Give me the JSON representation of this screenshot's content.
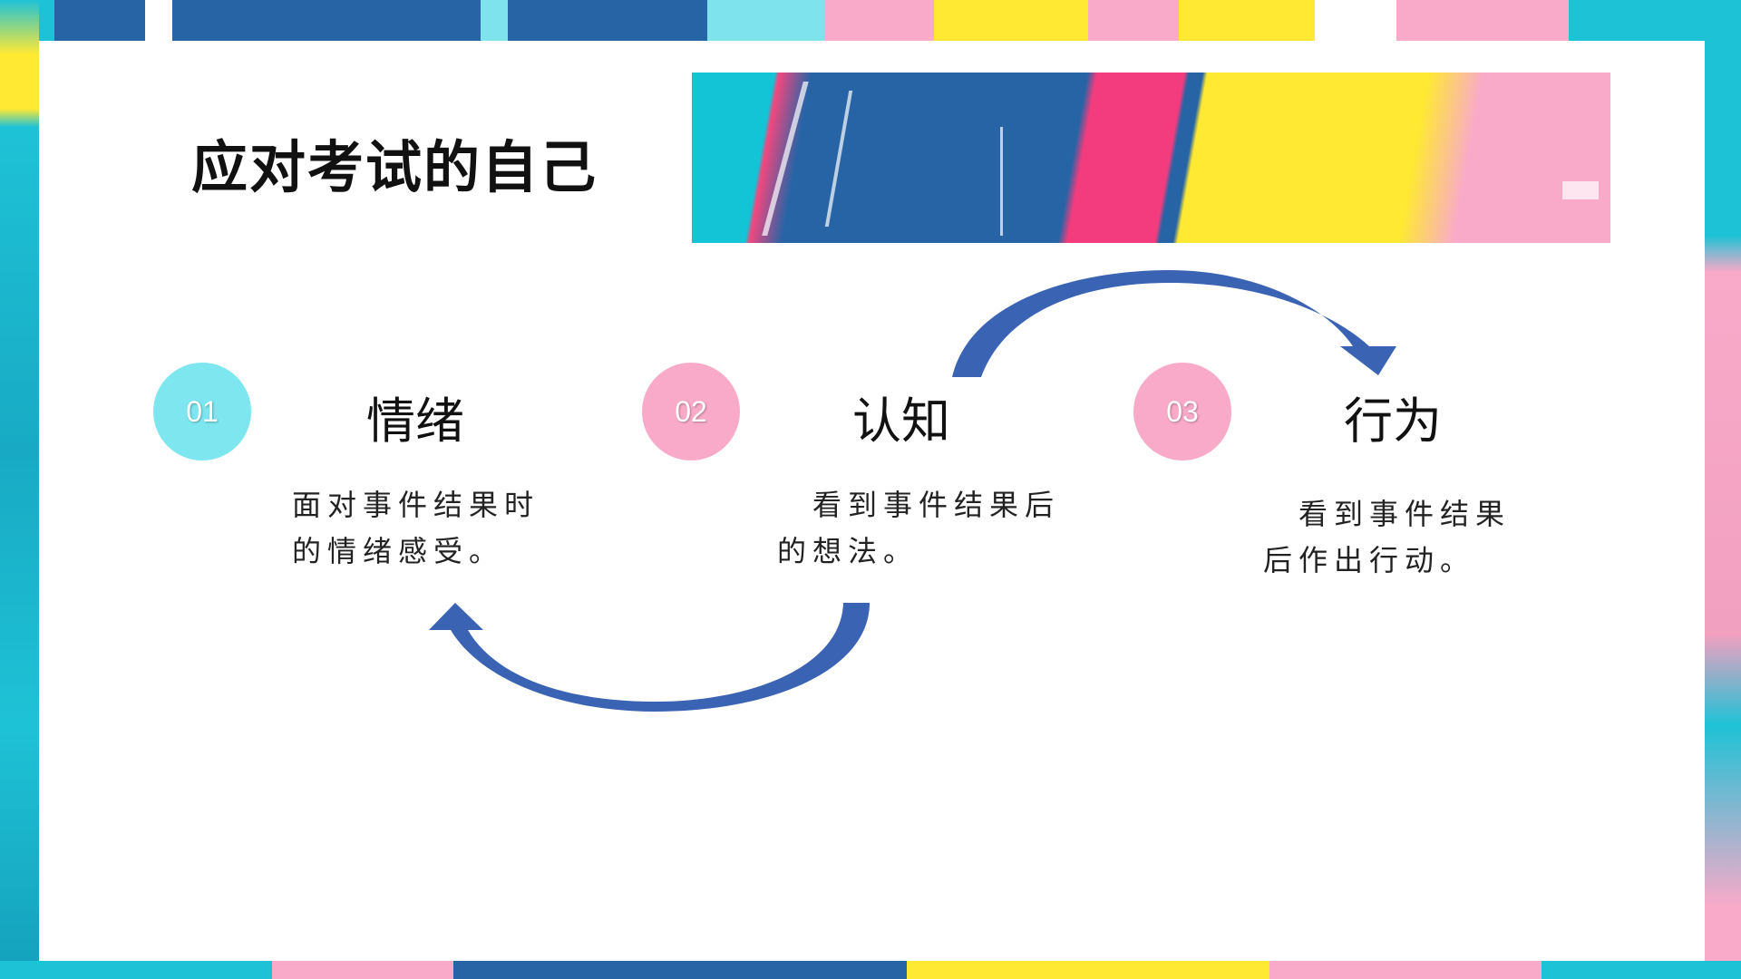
{
  "slide": {
    "title": "应对考试的自己",
    "steps": [
      {
        "number": "01",
        "heading": "情绪",
        "desc_line1": "面对事件结果时",
        "desc_line2": "的情绪感受。"
      },
      {
        "number": "02",
        "heading": "认知",
        "desc_line1": "　看到事件结果后",
        "desc_line2": "的想法。"
      },
      {
        "number": "03",
        "heading": "行为",
        "desc_line1": "　看到事件结果",
        "desc_line2": "后作出行动。"
      }
    ]
  },
  "colors": {
    "arrow": "#3a63b4",
    "circle_cyan": "#7ee6ef",
    "circle_pink": "#f9aac9"
  }
}
